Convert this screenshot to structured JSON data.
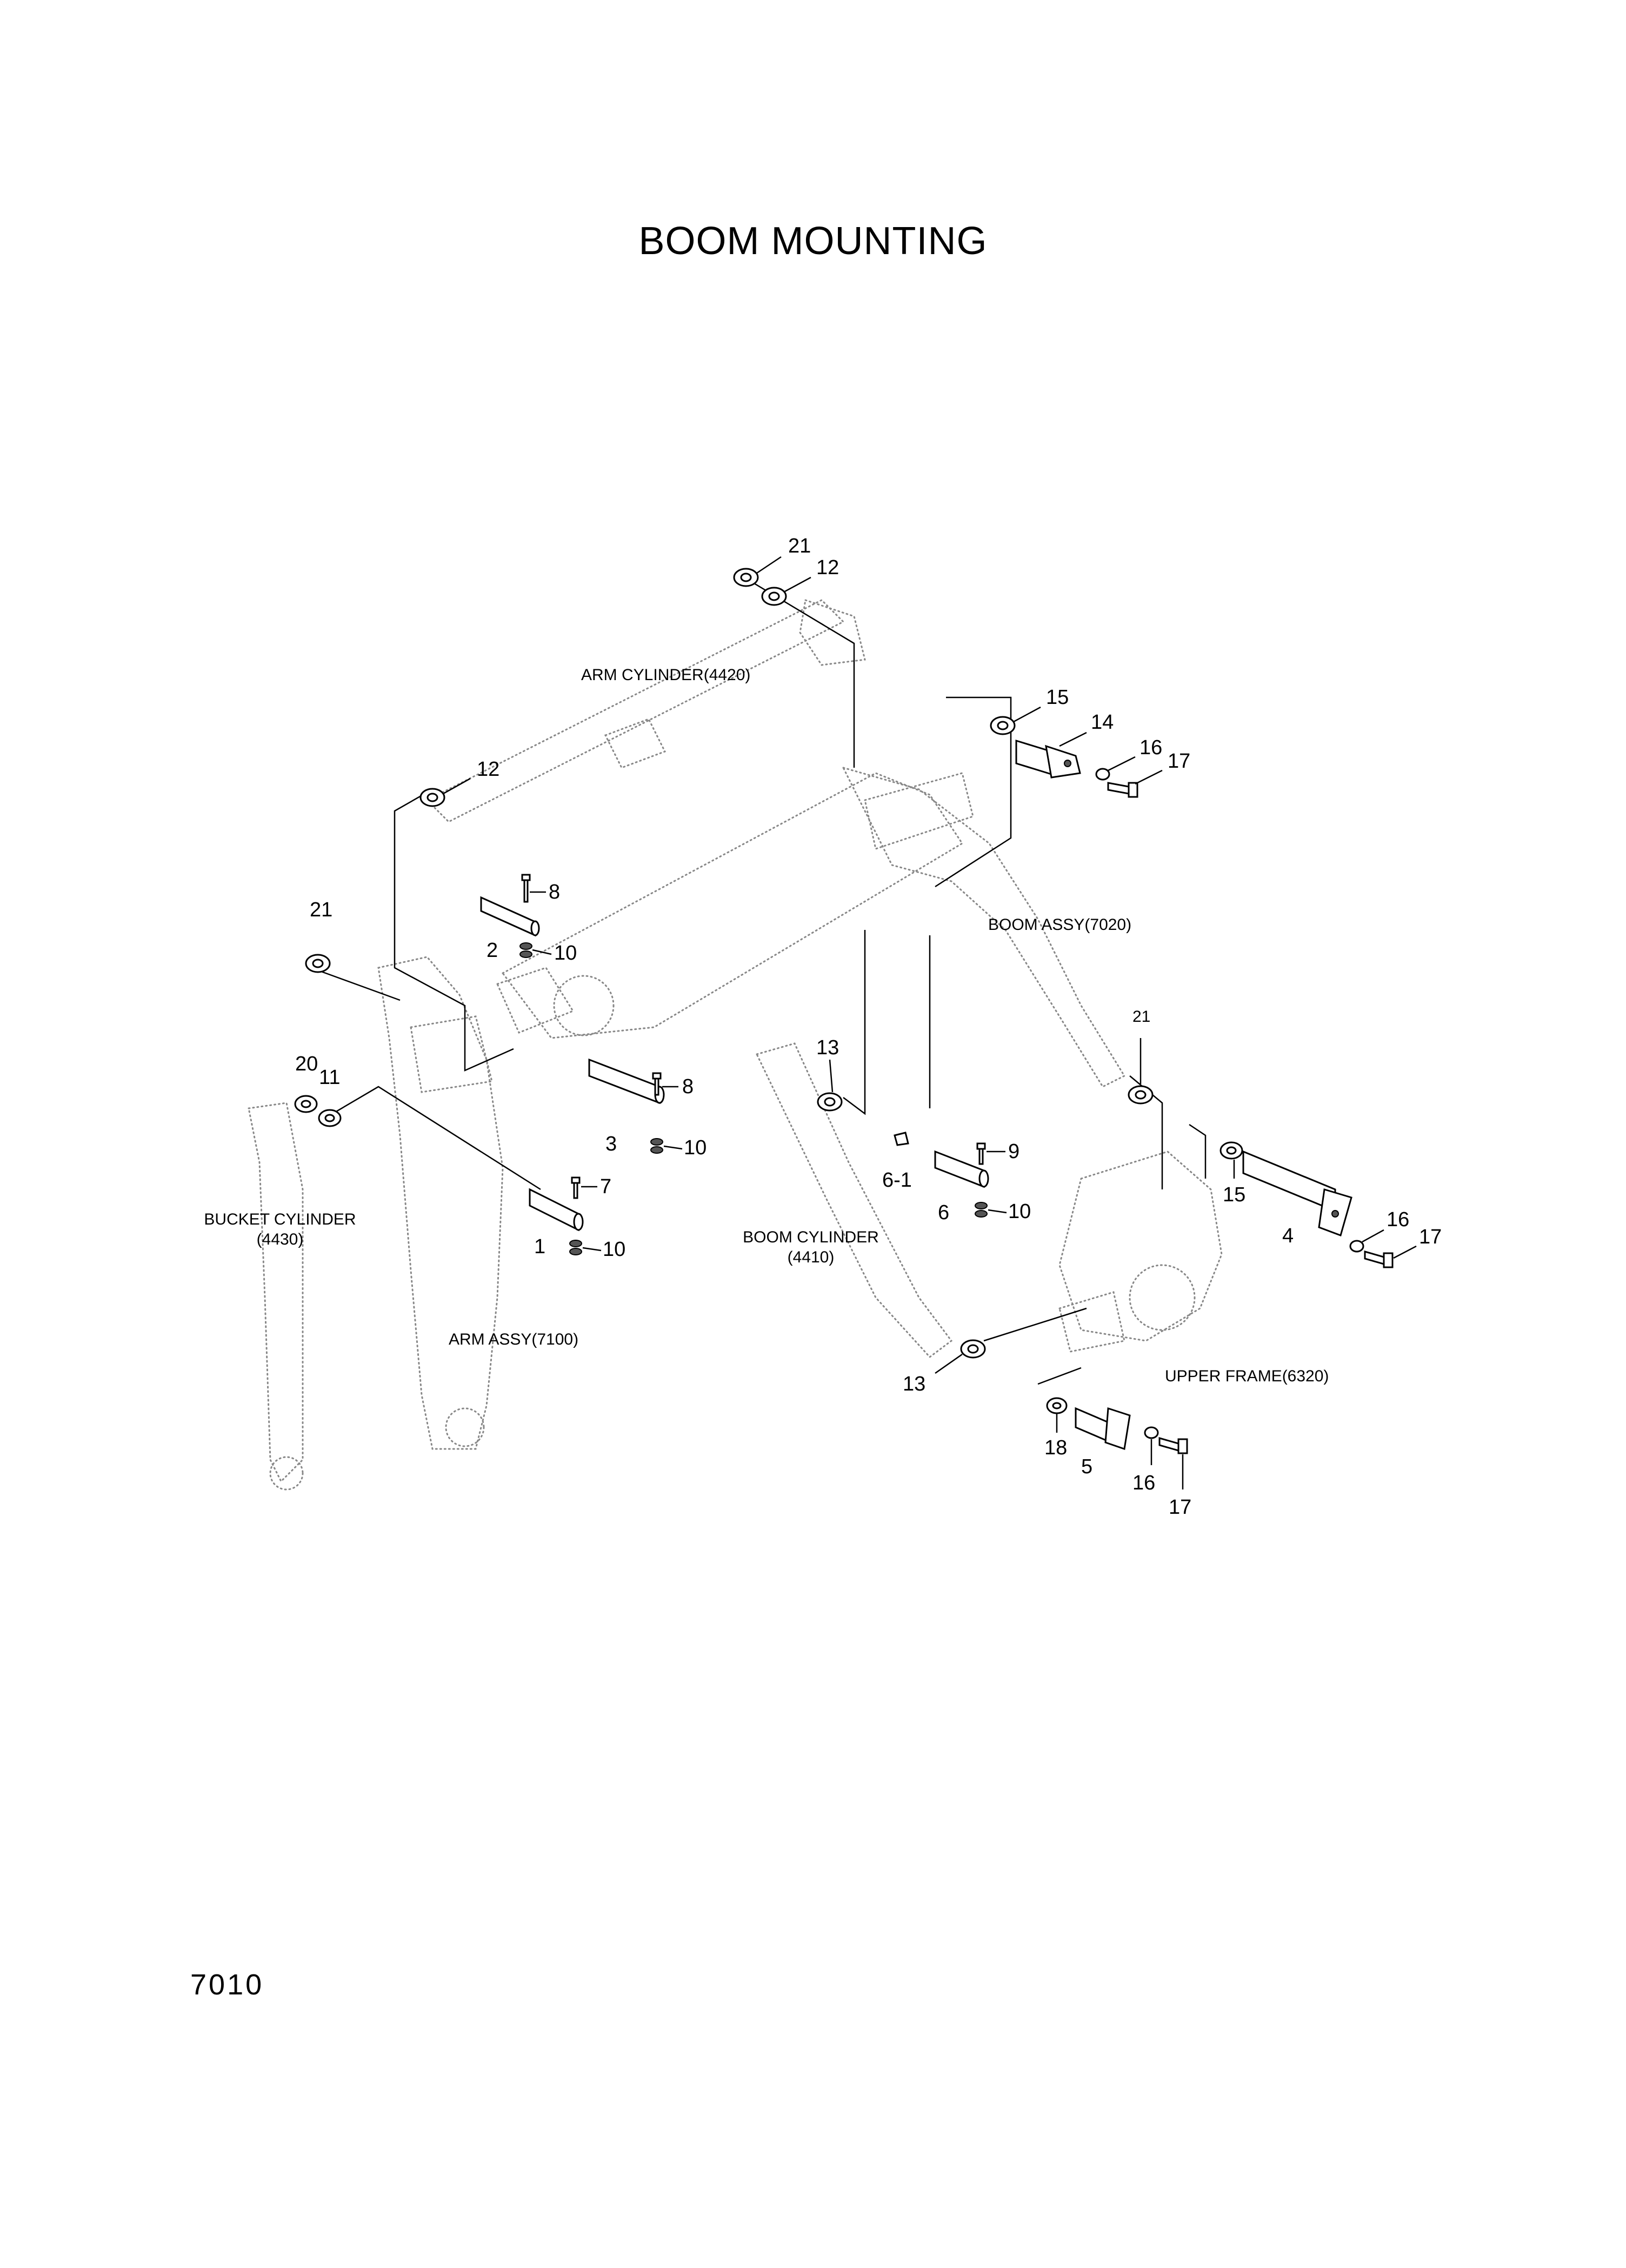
{
  "title": "BOOM MOUNTING",
  "page_number": "7010",
  "assemblies": {
    "arm_cylinder": "ARM CYLINDER(4420)",
    "boom_assy": "BOOM ASSY(7020)",
    "bucket_cylinder_line1": "BUCKET CYLINDER",
    "bucket_cylinder_line2": "(4430)",
    "boom_cylinder_line1": "BOOM CYLINDER",
    "boom_cylinder_line2": "(4410)",
    "arm_assy": "ARM ASSY(7100)",
    "upper_frame": "UPPER FRAME(6320)"
  },
  "callouts": {
    "c21_top": "21",
    "c12_top": "12",
    "c12_left": "12",
    "c15_top": "15",
    "c14": "14",
    "c16_top": "16",
    "c17_top": "17",
    "c8_a": "8",
    "c2": "2",
    "c10_a": "10",
    "c21_left": "21",
    "c13_mid": "13",
    "c21_right": "21",
    "c20": "20",
    "c11": "11",
    "c8_b": "8",
    "c3": "3",
    "c10_b": "10",
    "c9": "9",
    "c6_1": "6-1",
    "c6": "6",
    "c10_c": "10",
    "c7": "7",
    "c1": "1",
    "c10_d": "10",
    "c15_right": "15",
    "c4": "4",
    "c16_right": "16",
    "c17_right": "17",
    "c13_low": "13",
    "c18": "18",
    "c5": "5",
    "c16_low": "16",
    "c17_low": "17"
  }
}
